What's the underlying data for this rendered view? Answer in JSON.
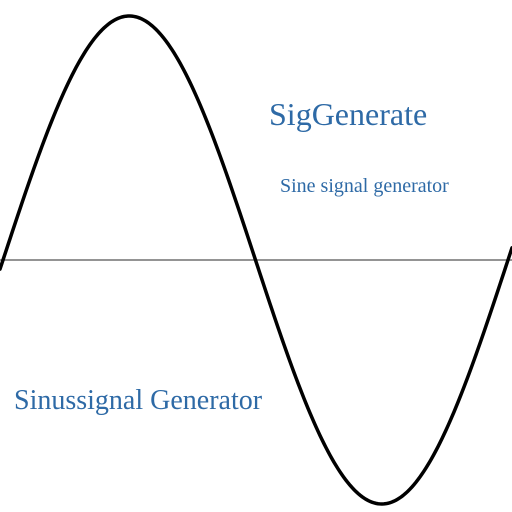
{
  "texts": {
    "title": "SigGenerate",
    "subtitle": "Sine signal generator",
    "alt_name": "Sinussignal Generator"
  },
  "colors": {
    "text": "#2e6aa6",
    "wave": "#000000",
    "axis": "#707070",
    "background": "#ffffff"
  },
  "icon": "sine-wave-icon"
}
